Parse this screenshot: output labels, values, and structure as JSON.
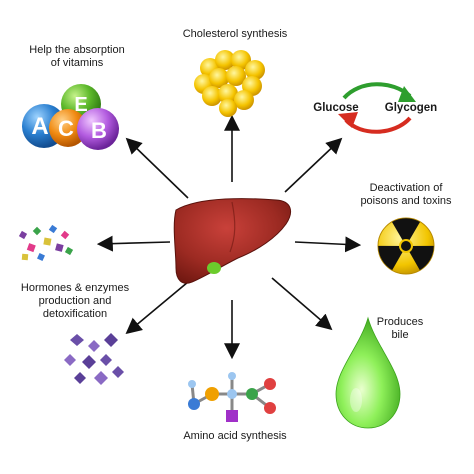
{
  "labels": {
    "vitamins": "Help the absorption\nof vitamins",
    "cholesterol": "Cholesterol synthesis",
    "glucose": "Glucose",
    "glycogen": "Glycogen",
    "deactivation": "Deactivation of\npoisons and toxins",
    "hormones": "Hormones & enzymes\nproduction and\ndetoxification",
    "bile": "Produces\nbile",
    "amino": "Amino acid synthesis"
  },
  "vitamin_letters": {
    "a": "A",
    "e": "E",
    "c": "C",
    "b": "B"
  }
}
